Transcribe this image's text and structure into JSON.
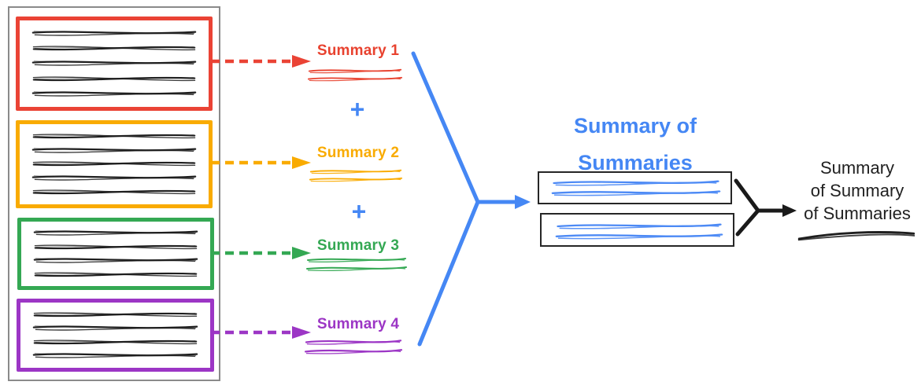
{
  "colors": {
    "red": "#ea4335",
    "orange": "#f9ab00",
    "green": "#34a853",
    "purple": "#9c36c5",
    "blue": "#4587f4",
    "ink": "#1f1f1f",
    "panel_border": "#8a8a8a"
  },
  "source_panel": {
    "documents": [
      {
        "name": "document-1",
        "border_color": "#ea4335",
        "scribble_lines": 5
      },
      {
        "name": "document-2",
        "border_color": "#f9ab00",
        "scribble_lines": 5
      },
      {
        "name": "document-3",
        "border_color": "#34a853",
        "scribble_lines": 4
      },
      {
        "name": "document-4",
        "border_color": "#9c36c5",
        "scribble_lines": 4
      }
    ]
  },
  "summaries": [
    {
      "label": "Summary 1",
      "color": "#ea4335"
    },
    {
      "label": "Summary 2",
      "color": "#f9ab00"
    },
    {
      "label": "Summary 3",
      "color": "#34a853"
    },
    {
      "label": "Summary 4",
      "color": "#9c36c5"
    }
  ],
  "operators": {
    "plus": "+"
  },
  "heading": {
    "text": "Summary of Summaries",
    "line1": "Summary of",
    "line2": "Summaries",
    "color": "#4587f4"
  },
  "summary_of_summaries_boxes": {
    "count": 2,
    "scribble_lines_each": 2,
    "scribble_color": "#4d8af5"
  },
  "final_summary": {
    "text": "Summary of Summary of Summaries",
    "line1": "Summary",
    "line2": "of Summary",
    "line3": "of Summaries",
    "color": "#212121"
  }
}
